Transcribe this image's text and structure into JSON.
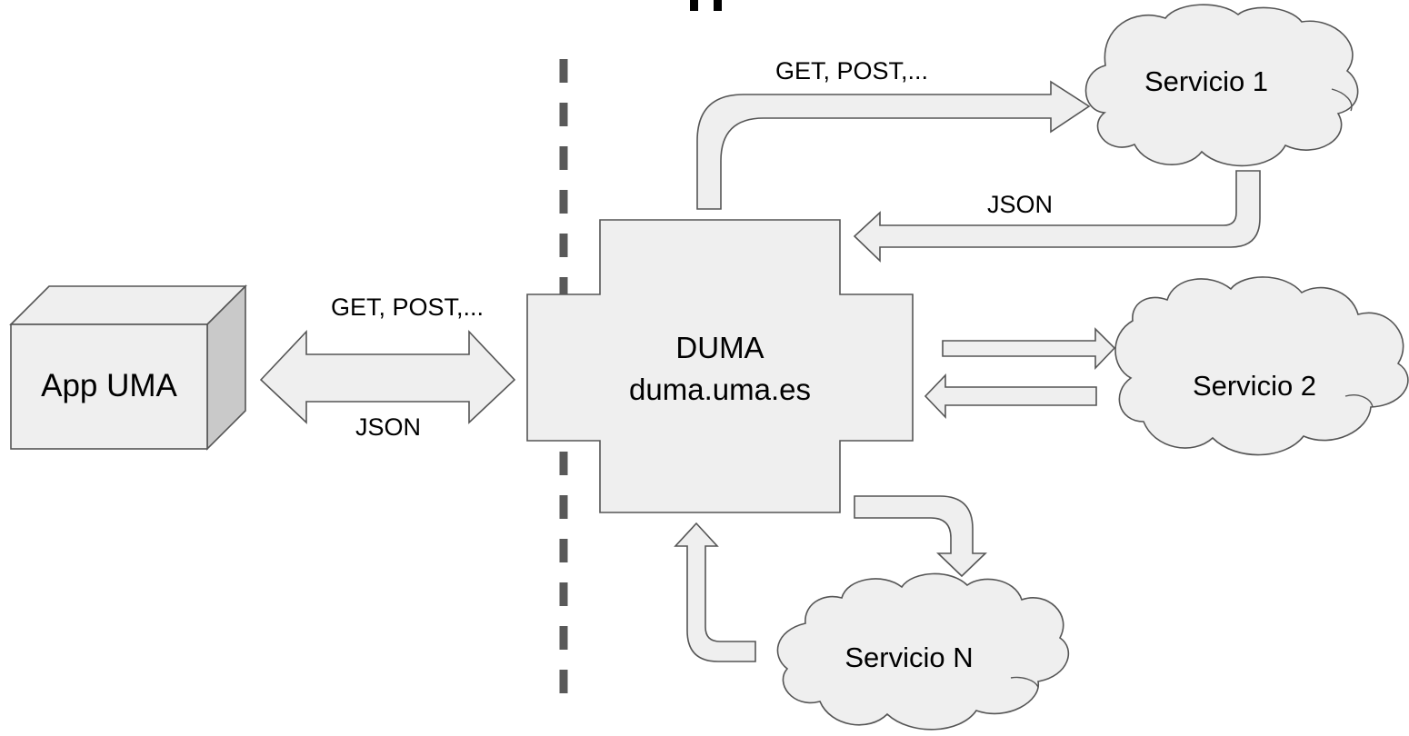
{
  "nodes": {
    "app": {
      "label": "App UMA"
    },
    "duma": {
      "name": "DUMA",
      "host": "duma.uma.es"
    },
    "servicio1": {
      "label": "Servicio 1"
    },
    "servicio2": {
      "label": "Servicio 2"
    },
    "servicioN": {
      "label": "Servicio N"
    }
  },
  "edges": {
    "app_to_duma_request": "GET, POST,...",
    "app_to_duma_response": "JSON",
    "duma_to_servicio1_request": "GET, POST,...",
    "servicio1_to_duma_response": "JSON"
  },
  "colors": {
    "shape_fill": "#efefef",
    "shape_stroke": "#555555",
    "boundary_line": "#595959",
    "text": "#000000"
  }
}
